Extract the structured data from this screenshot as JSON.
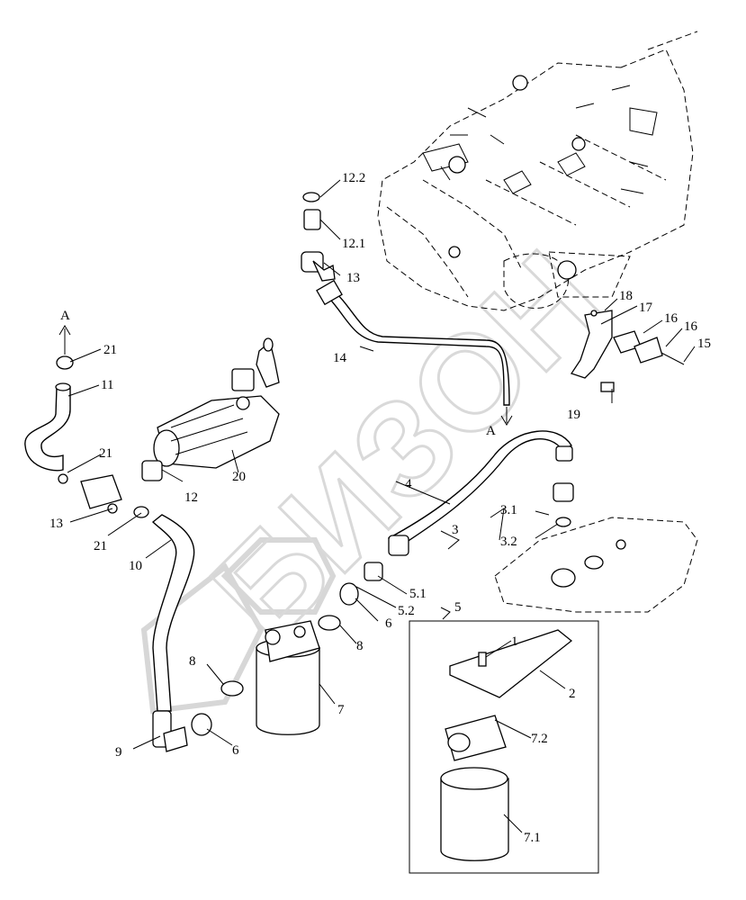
{
  "watermark": {
    "text": "БИЗОН"
  },
  "arrows": [
    "A",
    "A"
  ],
  "labels": {
    "l_12_2": "12.2",
    "l_12_1": "12.1",
    "l_13_top": "13",
    "l_14": "14",
    "l_18": "18",
    "l_17": "17",
    "l_16a": "16",
    "l_16b": "16",
    "l_15": "15",
    "l_19": "19",
    "l_21a": "21",
    "l_11": "11",
    "l_21b": "21",
    "l_20": "20",
    "l_12": "12",
    "l_13": "13",
    "l_21c": "21",
    "l_10": "10",
    "l_4": "4",
    "l_3": "3",
    "l_3_1": "3.1",
    "l_3_2": "3.2",
    "l_5_1": "5.1",
    "l_5_2": "5.2",
    "l_5": "5",
    "l_6a": "6",
    "l_8a": "8",
    "l_8b": "8",
    "l_7": "7",
    "l_6b": "6",
    "l_9": "9",
    "l_1": "1",
    "l_2": "2",
    "l_7_2": "7.2",
    "l_7_1": "7.1"
  }
}
